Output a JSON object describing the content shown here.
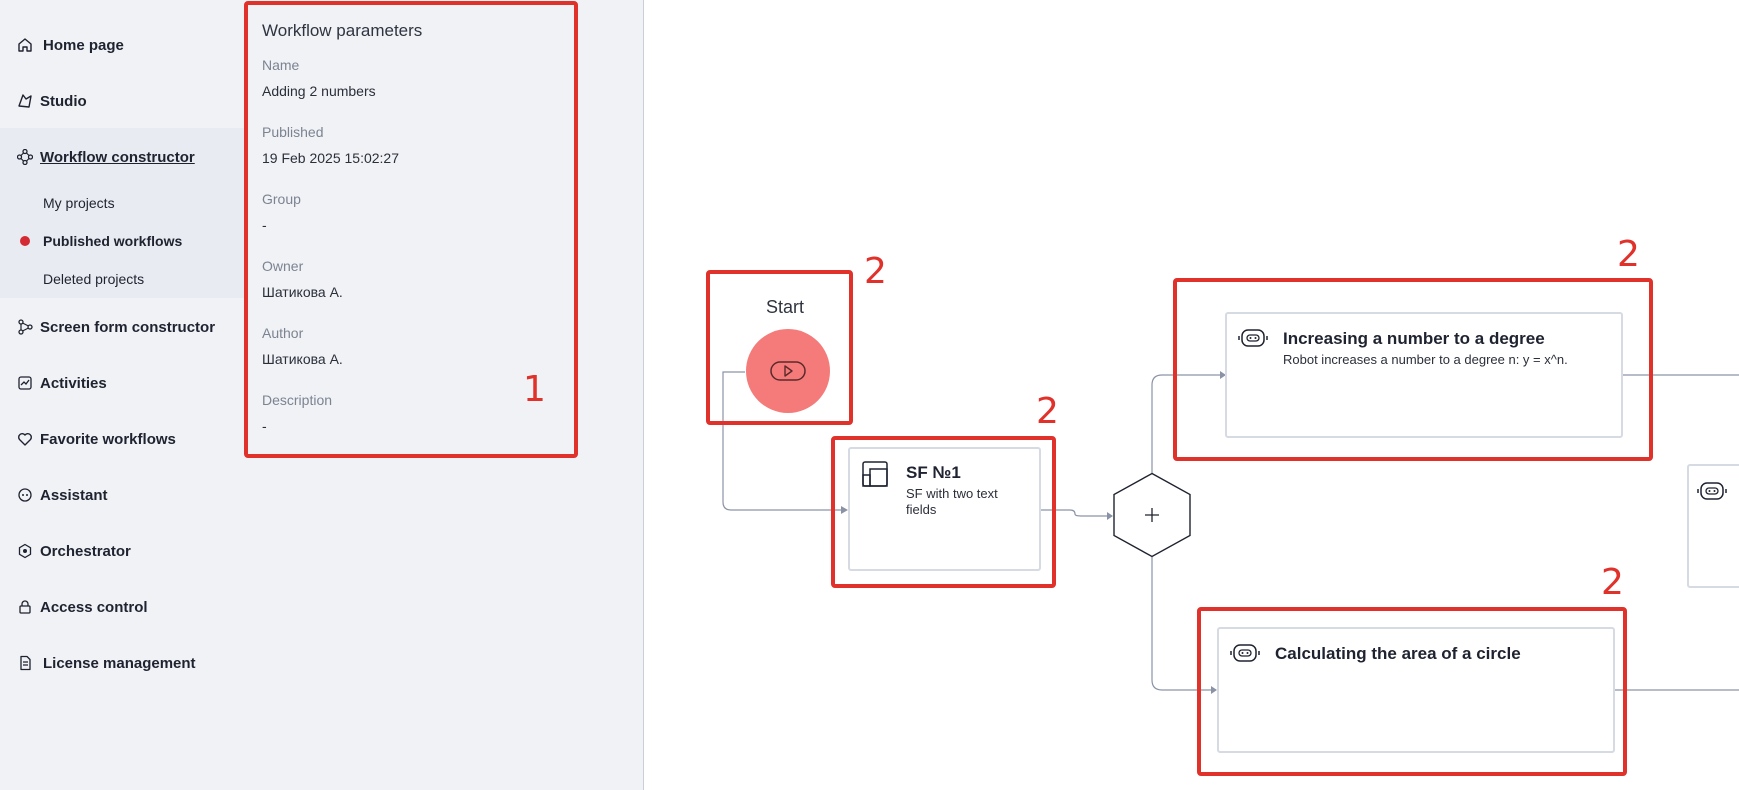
{
  "sidebar": {
    "items": [
      {
        "label": "Home page",
        "icon": "home-icon"
      },
      {
        "label": "Studio",
        "icon": "studio-icon"
      },
      {
        "label": "Workflow constructor",
        "icon": "workflow-icon"
      },
      {
        "label": "Screen form constructor",
        "icon": "screen-form-icon"
      },
      {
        "label": "Activities",
        "icon": "activities-icon"
      },
      {
        "label": "Favorite workflows",
        "icon": "heart-icon"
      },
      {
        "label": "Assistant",
        "icon": "assistant-icon"
      },
      {
        "label": "Orchestrator",
        "icon": "orchestrator-icon"
      },
      {
        "label": "Access control",
        "icon": "access-control-icon"
      },
      {
        "label": "License management",
        "icon": "license-icon"
      }
    ],
    "subitems": [
      {
        "label": "My projects"
      },
      {
        "label": "Published workflows",
        "selected": true
      },
      {
        "label": "Deleted projects"
      }
    ]
  },
  "params": {
    "title": "Workflow parameters",
    "fields": [
      {
        "label": "Name",
        "value": "Adding 2 numbers"
      },
      {
        "label": "Published",
        "value": "19 Feb 2025 15:02:27"
      },
      {
        "label": "Group",
        "value": "-"
      },
      {
        "label": "Owner",
        "value": "Шатикова А."
      },
      {
        "label": "Author",
        "value": "Шатикова А."
      },
      {
        "label": "Description",
        "value": "-"
      }
    ]
  },
  "canvas": {
    "start_label": "Start",
    "sf_node": {
      "title": "SF №1",
      "desc": "SF with two text fields"
    },
    "robot_node_1": {
      "title": "Increasing a number to a degree",
      "desc": "Robot increases a number to a degree n: y = x^n."
    },
    "robot_node_2": {
      "title": "Calculating the area of a circle"
    }
  },
  "annotations": {
    "n1": "1",
    "n2a": "2",
    "n2b": "2",
    "n2c": "2",
    "n2d": "2"
  },
  "colors": {
    "accent_red": "#e0312b",
    "start_fill": "#f47b7a",
    "selected_dot": "#d42a34"
  }
}
